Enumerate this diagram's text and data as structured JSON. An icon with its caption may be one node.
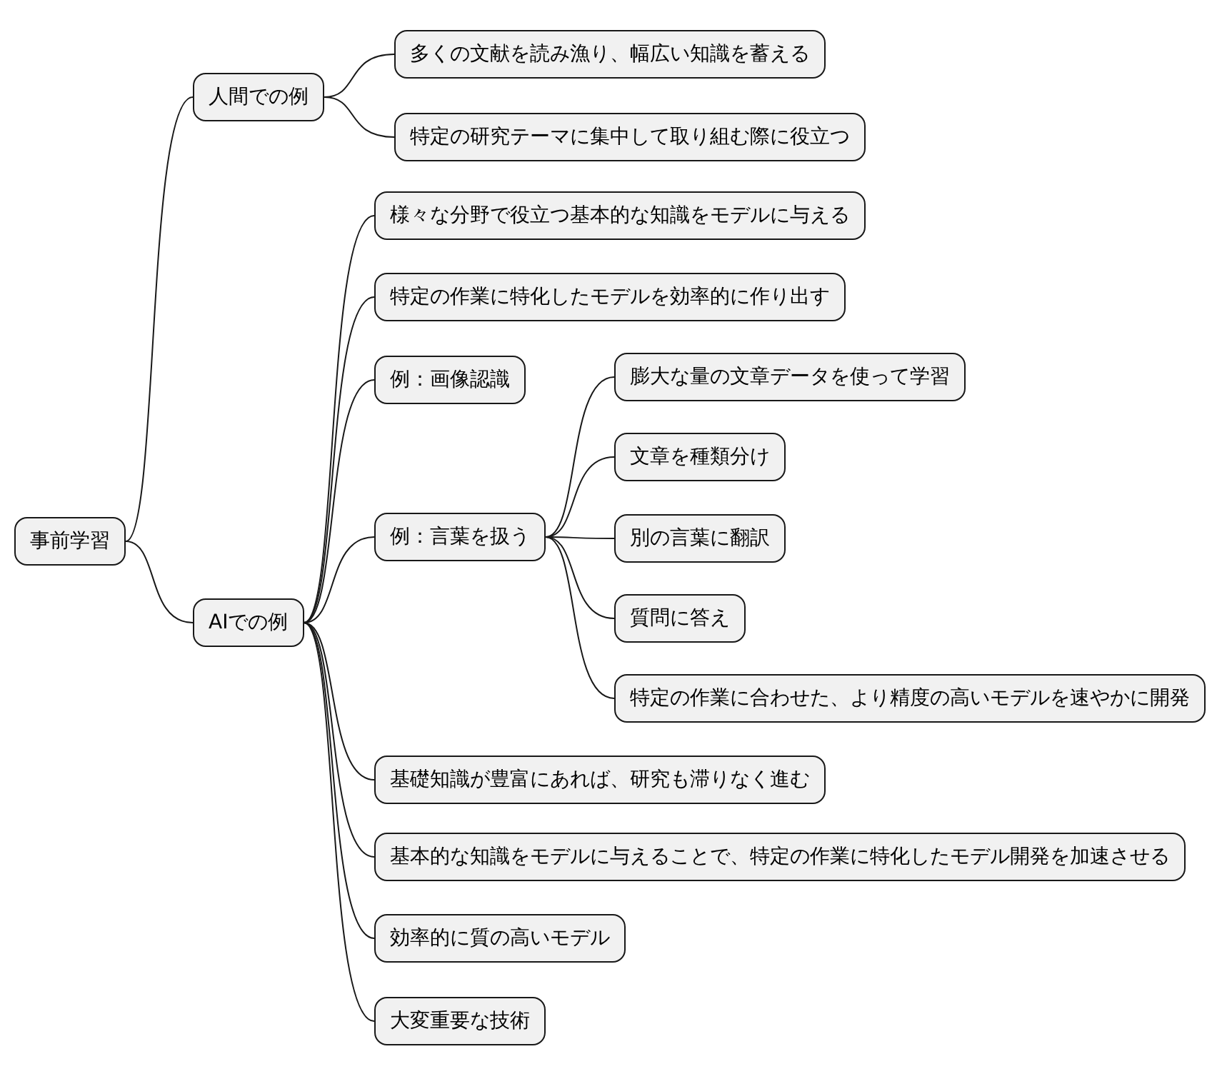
{
  "diagram": {
    "nodes": [
      {
        "text": [
          "事前学習"
        ]
      },
      {
        "text": [
          "人間での例"
        ]
      },
      {
        "text": [
          "多くの文献を読み漁り、幅広い知識を蓄える"
        ]
      },
      {
        "text": [
          "特定の研究テーマに集中して取り組む際に役立つ"
        ]
      },
      {
        "text": [
          "AIでの例"
        ]
      },
      {
        "text": [
          "様々な分野で役立つ基本的な知識をモデルに与える"
        ]
      },
      {
        "text": [
          "特定の作業に特化したモデルを効率的に作り出す"
        ]
      },
      {
        "text": [
          "例：画像認識"
        ]
      },
      {
        "text": [
          "例：言葉を扱う"
        ]
      },
      {
        "text": [
          "膨大な量の文章データを使って学習"
        ]
      },
      {
        "text": [
          "文章を種類分け"
        ]
      },
      {
        "text": [
          "別の言葉に翻訳"
        ]
      },
      {
        "text": [
          "質問に答え"
        ]
      },
      {
        "text": [
          "特定の作業に合わせた、より精度の高いモデルを速やかに開発"
        ]
      },
      {
        "text": [
          "基礎知識が豊富にあれば、研究も滞りなく進む"
        ]
      },
      {
        "text": [
          "基本的な知識をモデルに与えることで、特定の作業に特化したモデル開発を加速させる"
        ]
      },
      {
        "text": [
          "効率的に質の高いモデル"
        ]
      },
      {
        "text": [
          "大変重要な技術"
        ]
      }
    ],
    "edges": [
      {
        "from": 0,
        "to": 1,
        "arrow": "none"
      },
      {
        "from": 0,
        "to": 4,
        "arrow": "none"
      },
      {
        "from": 1,
        "to": 2,
        "arrow": "none"
      },
      {
        "from": 1,
        "to": 3,
        "arrow": "none"
      },
      {
        "from": 4,
        "to": 5,
        "arrow": "none"
      },
      {
        "from": 4,
        "to": 6,
        "arrow": "none"
      },
      {
        "from": 4,
        "to": 7,
        "arrow": "none"
      },
      {
        "from": 4,
        "to": 8,
        "arrow": "none"
      },
      {
        "from": 8,
        "to": 9,
        "arrow": "none"
      },
      {
        "from": 8,
        "to": 10,
        "arrow": "none"
      },
      {
        "from": 8,
        "to": 11,
        "arrow": "none"
      },
      {
        "from": 8,
        "to": 12,
        "arrow": "none"
      },
      {
        "from": 8,
        "to": 13,
        "arrow": "none"
      },
      {
        "from": 4,
        "to": 14,
        "arrow": "none"
      },
      {
        "from": 4,
        "to": 15,
        "arrow": "none"
      },
      {
        "from": 4,
        "to": 16,
        "arrow": "none"
      },
      {
        "from": 4,
        "to": 17,
        "arrow": "none"
      }
    ]
  }
}
